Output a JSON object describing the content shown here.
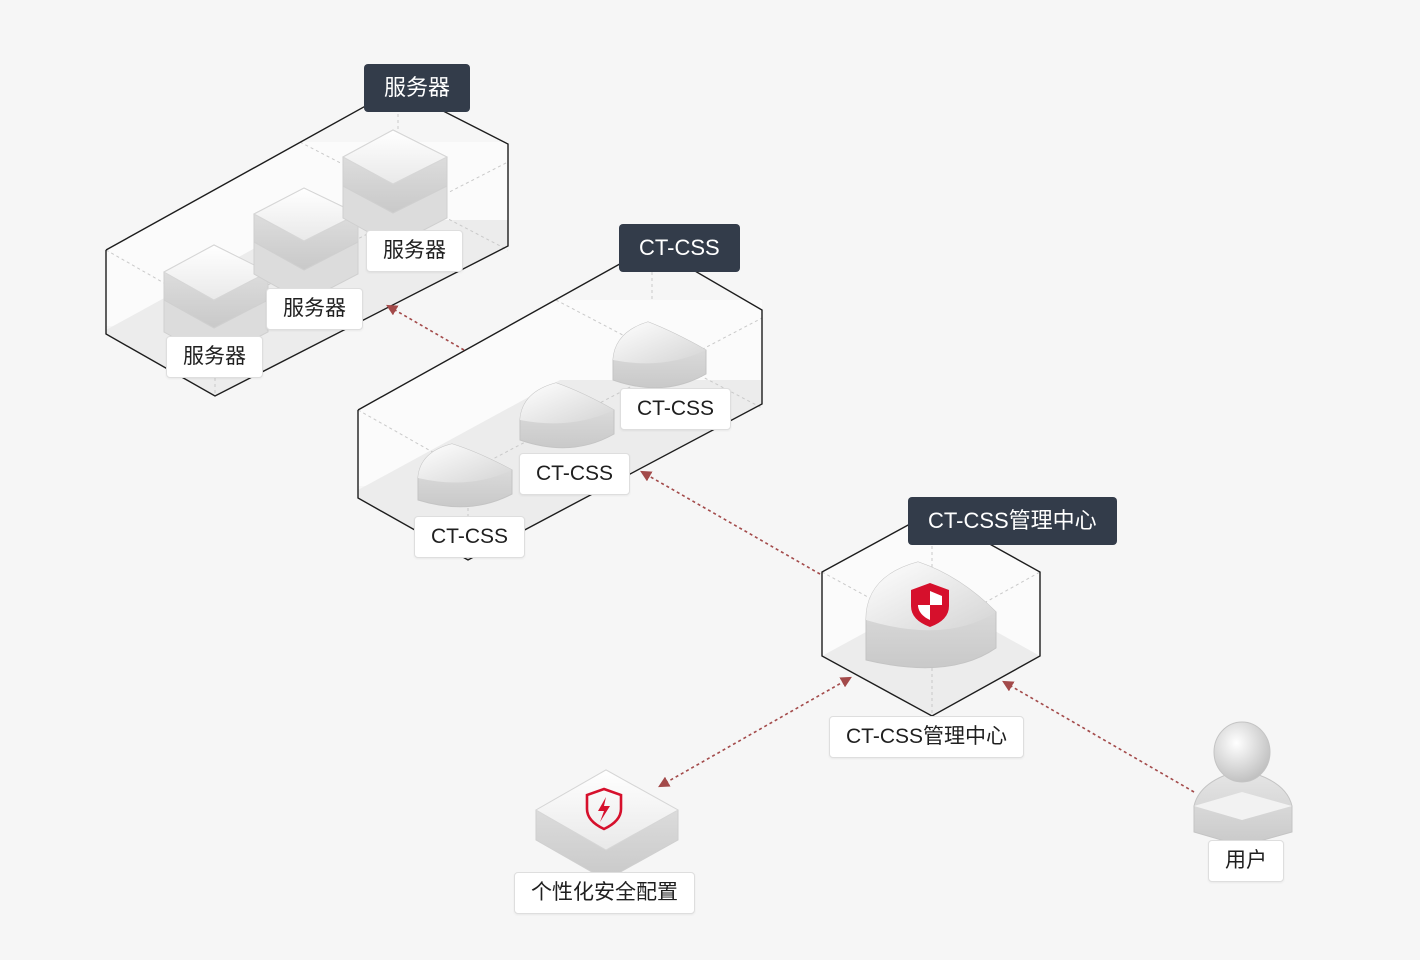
{
  "groups": {
    "servers": {
      "title": "服务器"
    },
    "css": {
      "title": "CT-CSS"
    },
    "center": {
      "title": "CT-CSS管理中心"
    }
  },
  "nodes": {
    "server_labels": [
      "服务器",
      "服务器",
      "服务器"
    ],
    "css_labels": [
      "CT-CSS",
      "CT-CSS",
      "CT-CSS"
    ],
    "center_label": "CT-CSS管理中心",
    "config_label": "个性化安全配置",
    "user_label": "用户"
  },
  "colors": {
    "background": "#f6f6f6",
    "tag_dark": "#333c4a",
    "arrow": "#a34a4a",
    "brand_red": "#d6102c"
  },
  "icons": {
    "center_icon": "shield-red-white-icon",
    "config_icon": "shield-lightning-icon",
    "user_icon": "user-figure-icon"
  }
}
